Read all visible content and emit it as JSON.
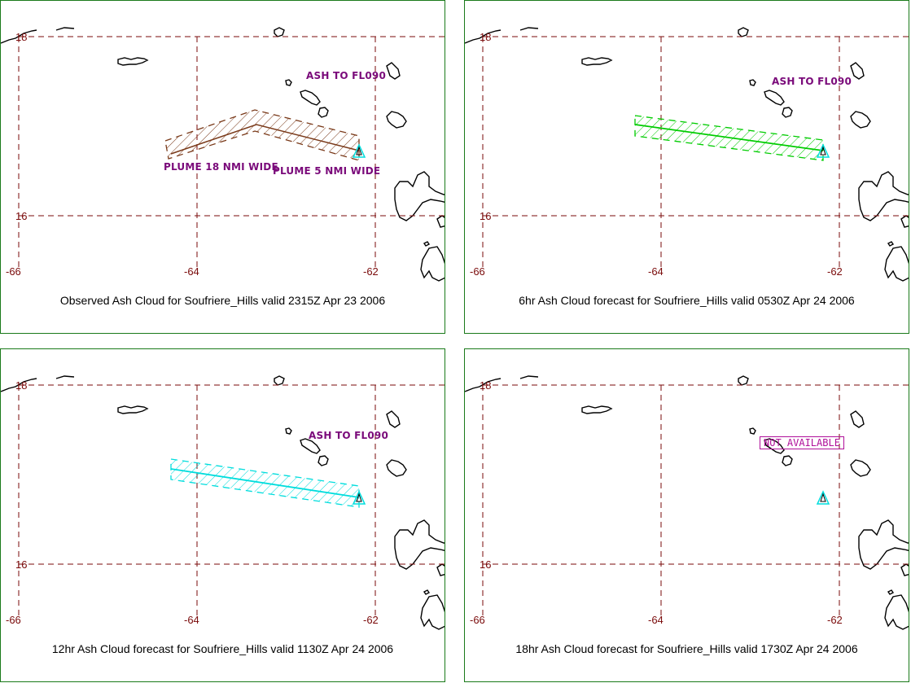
{
  "axes": {
    "lat_labels": [
      "18",
      "16"
    ],
    "lon_labels": [
      "-66",
      "-64",
      "-62"
    ]
  },
  "colors": {
    "grid": "#7a0a0a",
    "panel_border": "#1a7a1a",
    "observed": "#7a3a1a",
    "forecast_6hr": "#00cc00",
    "forecast_12hr": "#00dddd",
    "volcano": "#00dddd",
    "annotation": "#7a0a7a",
    "not_available": "#b0109a"
  },
  "panels": [
    {
      "caption": "Observed Ash Cloud for Soufriere_Hills valid 2315Z Apr 23 2006",
      "annotations": [
        "ASH TO FL090",
        "PLUME 18 NMI WIDE",
        "PLUME 5 NMI WIDE"
      ]
    },
    {
      "caption": "6hr Ash Cloud forecast for Soufriere_Hills valid 0530Z Apr 24 2006",
      "annotations": [
        "ASH TO FL090"
      ]
    },
    {
      "caption": "12hr Ash Cloud forecast for Soufriere_Hills valid 1130Z Apr 24 2006",
      "annotations": [
        "ASH TO FL090"
      ]
    },
    {
      "caption": "18hr Ash Cloud forecast for Soufriere_Hills valid 1730Z Apr 24 2006",
      "annotations": [],
      "status": "NOT AVAILABLE"
    }
  ]
}
